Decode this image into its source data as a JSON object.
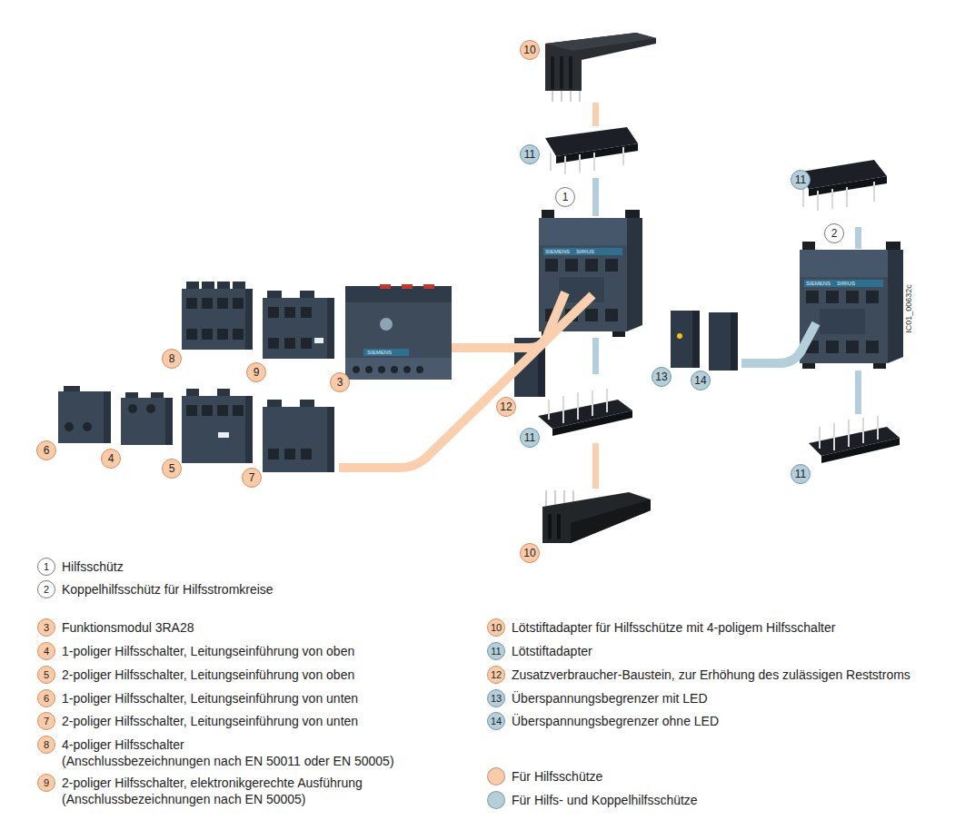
{
  "diagram": {
    "nodes": [
      {
        "text": [
          "10"
        ]
      },
      {
        "text": [
          "11"
        ]
      },
      {
        "text": [
          "11"
        ]
      },
      {
        "text": [
          "1"
        ]
      },
      {
        "text": [
          "2"
        ]
      },
      {
        "text": [
          "8"
        ]
      },
      {
        "text": [
          "9"
        ]
      },
      {
        "text": [
          "13"
        ]
      },
      {
        "text": [
          "14"
        ]
      },
      {
        "text": [
          "3"
        ]
      },
      {
        "text": [
          "12"
        ]
      },
      {
        "text": [
          "11"
        ]
      },
      {
        "text": [
          "6"
        ]
      },
      {
        "text": [
          "4"
        ]
      },
      {
        "text": [
          "5"
        ]
      },
      {
        "text": [
          "11"
        ]
      },
      {
        "text": [
          "7"
        ]
      },
      {
        "text": [
          "10"
        ]
      },
      {
        "text": [
          "1"
        ]
      },
      {
        "text": [
          "2"
        ]
      },
      {
        "text": [
          "3"
        ]
      },
      {
        "text": [
          "4"
        ]
      },
      {
        "text": [
          "5"
        ]
      },
      {
        "text": [
          "6"
        ]
      },
      {
        "text": [
          "7"
        ]
      },
      {
        "text": [
          "8"
        ]
      },
      {
        "text": [
          "9"
        ]
      },
      {
        "text": [
          "10"
        ]
      },
      {
        "text": [
          "11"
        ]
      },
      {
        "text": [
          "12"
        ]
      },
      {
        "text": [
          "13"
        ]
      },
      {
        "text": [
          "14"
        ]
      }
    ],
    "labels": [
      "IC01_00632c",
      "SIEMENS",
      "SIRIUS",
      "SIEMENS",
      "SIRIUS",
      "SIEMENS",
      "Hilfsschütz",
      "Koppelhilfsschütz für Hilfsstromkreise",
      "Funktionsmodul 3RA28",
      "1-poliger Hilfsschalter, Leitungseinführung von oben",
      "2-poliger Hilfsschalter, Leitungseinführung von oben",
      "1-poliger Hilfsschalter, Leitungseinführung von unten",
      "2-poliger Hilfsschalter, Leitungseinführung von unten",
      "4-poliger Hilfsschalter",
      "(Anschlussbezeichnungen nach EN 50011 oder EN 50005)",
      "2-poliger Hilfsschalter, elektronikgerechte Ausführung",
      "(Anschlussbezeichnungen nach EN 50005)",
      "Lötstiftadapter für Hilfsschütze mit 4-poligem Hilfsschalter",
      "Lötstiftadapter",
      "Zusatzverbraucher-Baustein, zur Erhöhung des zulässigen Reststroms",
      "Überspannungsbegrenzer mit LED",
      "Überspannungsbegrenzer ohne LED"
    ],
    "legend": [
      {
        "text": "Für Hilfsschütze",
        "color": "#f9cba8"
      },
      {
        "text": "Für Hilfs- und Koppelhilfsschütze",
        "color": "#b4cfda"
      }
    ]
  }
}
